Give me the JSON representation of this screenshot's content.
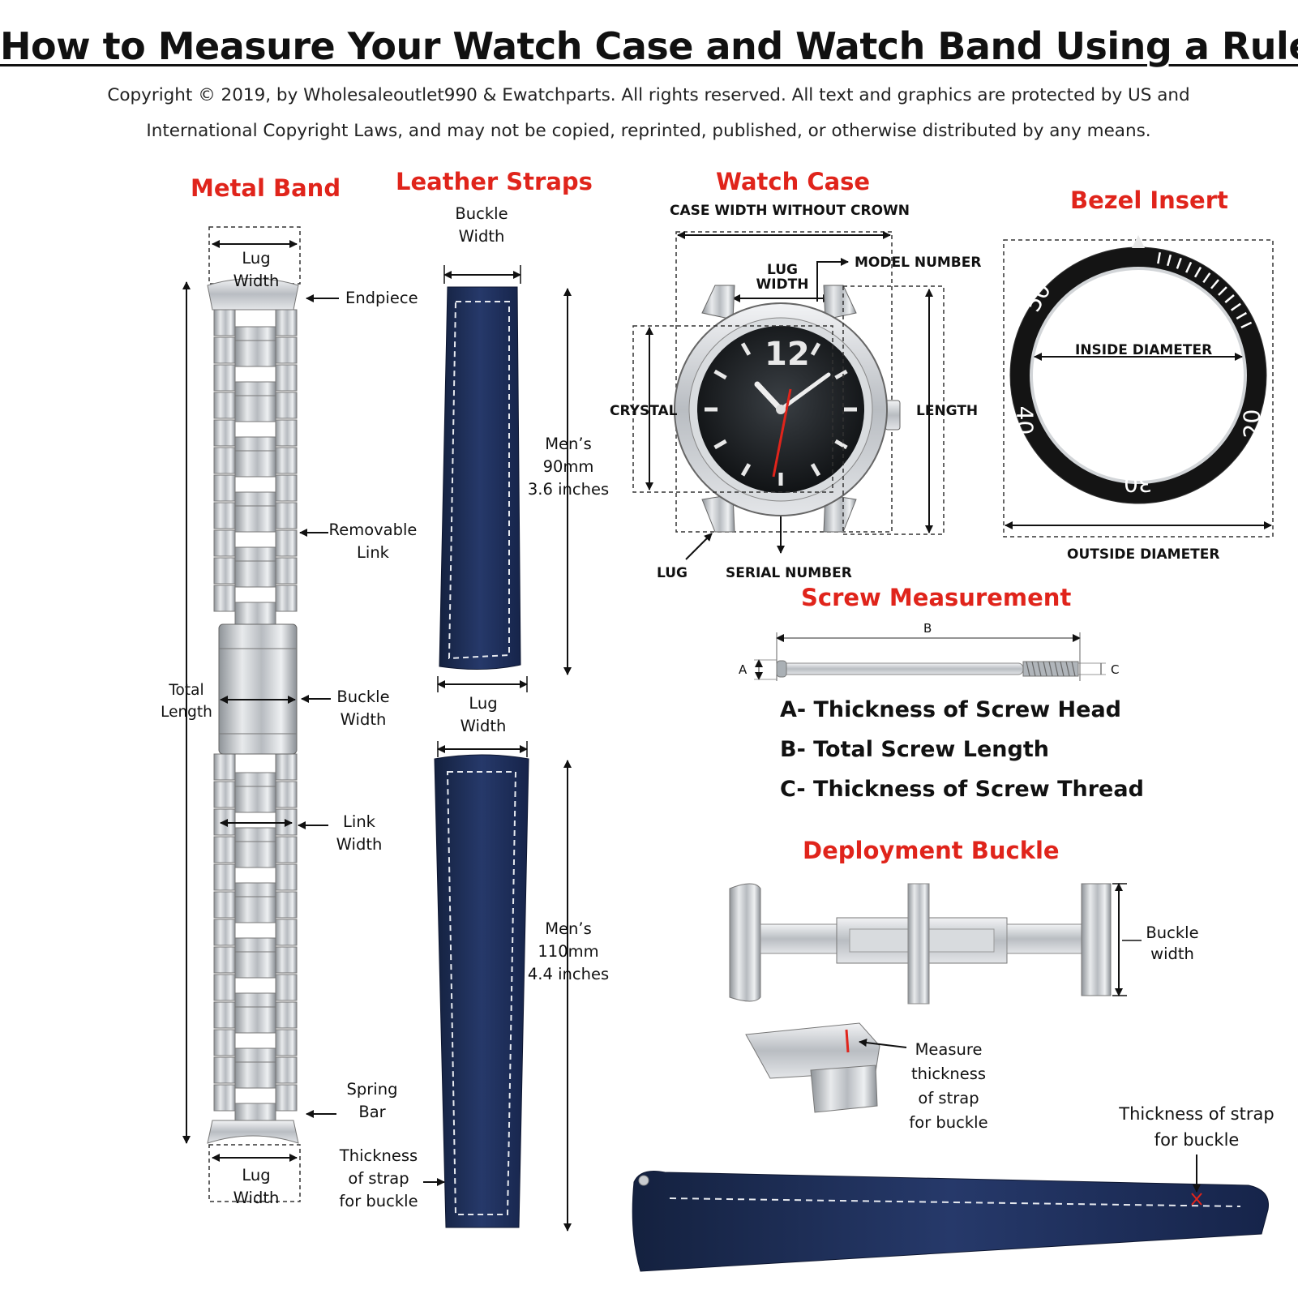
{
  "title": "How to Measure Your Watch Case and Watch Band Using a Ruler",
  "copyright": {
    "line1": "Copyright  © 2019, by Wholesaleoutlet990 & Ewatchparts. All rights reserved. All text and graphics are protected by US and",
    "line2": "International Copyright Laws, and may not be copied, reprinted, published, or otherwise distributed by any  means."
  },
  "metal_band": {
    "heading": "Metal Band",
    "lug_width_top": "Lug\nWidth",
    "endpiece": "Endpiece",
    "removable_link": "Removable\nLink",
    "total_length": "Total\nLength",
    "buckle_width": "Buckle\nWidth",
    "link_width": "Link\nWidth",
    "spring_bar": "Spring\nBar",
    "lug_width_bottom": "Lug\nWidth"
  },
  "leather_straps": {
    "heading": "Leather Straps",
    "buckle_width": "Buckle\nWidth",
    "mens_short": "Men’s\n90mm\n3.6 inches",
    "lug_width": "Lug\nWidth",
    "mens_long": "Men’s\n110mm\n4.4 inches",
    "thickness": "Thickness\nof strap\nfor buckle"
  },
  "watch_case": {
    "heading": "Watch Case",
    "case_width": "CASE WIDTH WITHOUT CROWN",
    "lug_width": "LUG\nWIDTH",
    "model_number": "MODEL NUMBER",
    "crystal": "CRYSTAL",
    "length": "LENGTH",
    "lug": "LUG",
    "serial_number": "SERIAL NUMBER",
    "dial_numeral": "12"
  },
  "bezel_insert": {
    "heading": "Bezel Insert",
    "inside_diameter": "INSIDE DIAMETER",
    "outside_diameter": "OUTSIDE DIAMETER",
    "numerals": [
      "50",
      "40",
      "30",
      "20"
    ]
  },
  "screw_measurement": {
    "heading": "Screw Measurement",
    "label_a": "A",
    "label_b": "B",
    "label_c": "C",
    "items": [
      "A- Thickness of Screw Head",
      "B- Total Screw Length",
      "C- Thickness of Screw Thread"
    ]
  },
  "deployment_buckle": {
    "heading": "Deployment Buckle",
    "buckle_width": "Buckle\nwidth",
    "measure_thickness": "Measure\nthickness\nof strap\nfor buckle",
    "thickness_strap": "Thickness of strap\nfor buckle"
  },
  "colors": {
    "heading_red": "#e0241b",
    "strap_navy": "#1c2c52",
    "steel": "#c9ccd0",
    "bezel_black": "#141414"
  }
}
